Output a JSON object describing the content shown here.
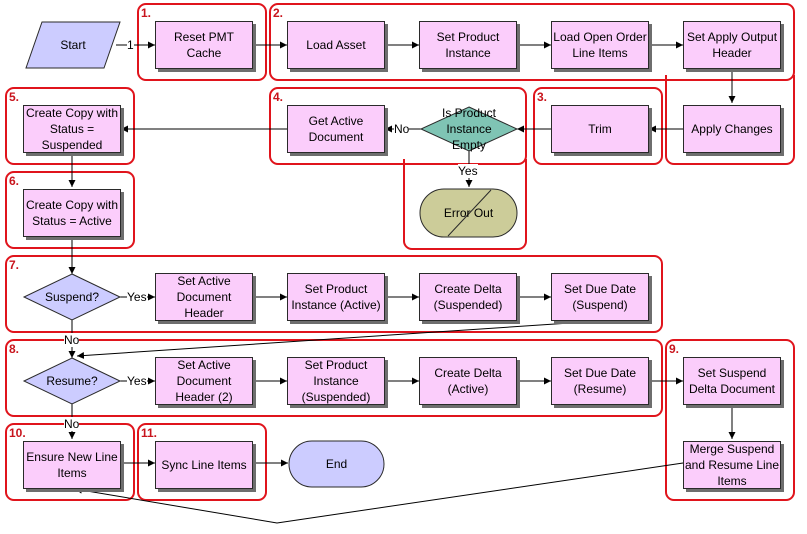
{
  "groups": [
    {
      "number": "1."
    },
    {
      "number": "2."
    },
    {
      "number": "3."
    },
    {
      "number": "4."
    },
    {
      "number": "5."
    },
    {
      "number": "6."
    },
    {
      "number": "7."
    },
    {
      "number": "8."
    },
    {
      "number": "9."
    },
    {
      "number": "10."
    },
    {
      "number": "11."
    }
  ],
  "nodes": {
    "start": "Start",
    "reset_pmt_cache": "Reset PMT Cache",
    "load_asset": "Load Asset",
    "set_product_instance": "Set Product Instance",
    "load_open_order_line_items": "Load Open Order Line Items",
    "set_apply_output_header": "Set Apply Output Header",
    "apply_changes": "Apply Changes",
    "trim": "Trim",
    "is_product_instance_empty": "Is Product Instance Empty",
    "get_active_document": "Get Active Document",
    "error_out": "Error Out",
    "create_copy_suspended": "Create Copy with Status = Suspended",
    "create_copy_active": "Create Copy with Status = Active",
    "suspend_decision": "Suspend?",
    "set_active_document_header": "Set Active Document Header",
    "set_product_instance_active": "Set Product Instance (Active)",
    "create_delta_suspended": "Create Delta (Suspended)",
    "set_due_date_suspend": "Set Due Date (Suspend)",
    "resume_decision": "Resume?",
    "set_active_document_header_2": "Set Active Document Header (2)",
    "set_product_instance_suspended": "Set Product Instance (Suspended)",
    "create_delta_active": "Create Delta (Active)",
    "set_due_date_resume": "Set Due Date (Resume)",
    "set_suspend_delta_document": "Set Suspend Delta Document",
    "merge_suspend_resume": "Merge Suspend and Resume Line Items",
    "ensure_new_line_items": "Ensure New Line Items",
    "sync_line_items": "Sync Line Items",
    "end": "End"
  },
  "edge_labels": {
    "start_to_reset": "1",
    "empty_no": "No",
    "empty_yes": "Yes",
    "suspend_yes": "Yes",
    "suspend_no": "No",
    "resume_yes": "Yes",
    "resume_no": "No"
  },
  "colors": {
    "group_border": "#e0141c",
    "group_number": "#c8141c",
    "step_fill": "#fbcdfb",
    "start_end_fill": "#ccccff",
    "decision_fill": "#7fc4b4",
    "error_fill": "#cccc99"
  }
}
